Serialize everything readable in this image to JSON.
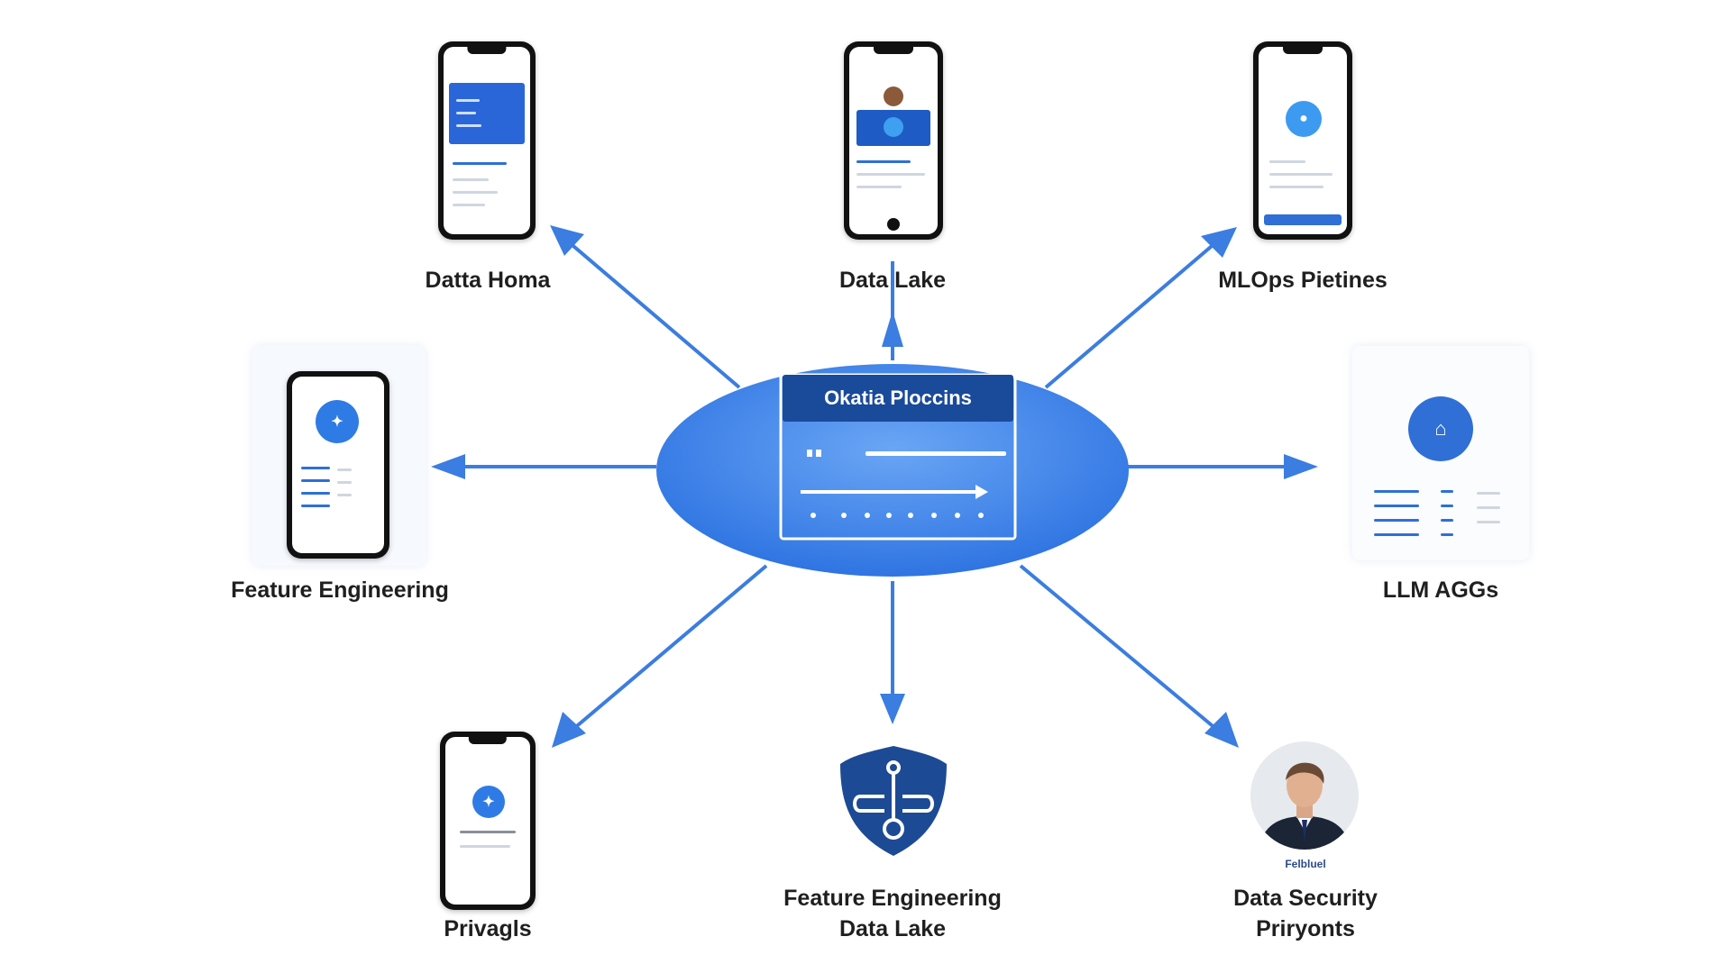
{
  "hub": {
    "title": "Okatia Ploccins"
  },
  "nodes": {
    "data_homa": {
      "label": "Datta Homa"
    },
    "data_lake": {
      "label": "Data Lake"
    },
    "mlops": {
      "label": "MLOps Pietines"
    },
    "feature_engineering": {
      "label": "Feature Engineering"
    },
    "llm": {
      "label": "LLM AGGs"
    },
    "privagls": {
      "label": "Privagls"
    },
    "fe_data_lake": {
      "label_line1": "Feature Engineering",
      "label_line2": "Data Lake"
    },
    "security": {
      "label_line1": "Data Security",
      "label_line2": "Priryonts",
      "caption": "Felbluel"
    }
  },
  "colors": {
    "hub_fill": "#3f86ea",
    "hub_title_bg": "#1a4a9a",
    "arrow": "#3b7de0",
    "shield": "#1d4a94"
  },
  "icons": [
    "arrow-icon",
    "phone-icon",
    "shield-icon",
    "person-avatar-icon",
    "user-icon"
  ]
}
